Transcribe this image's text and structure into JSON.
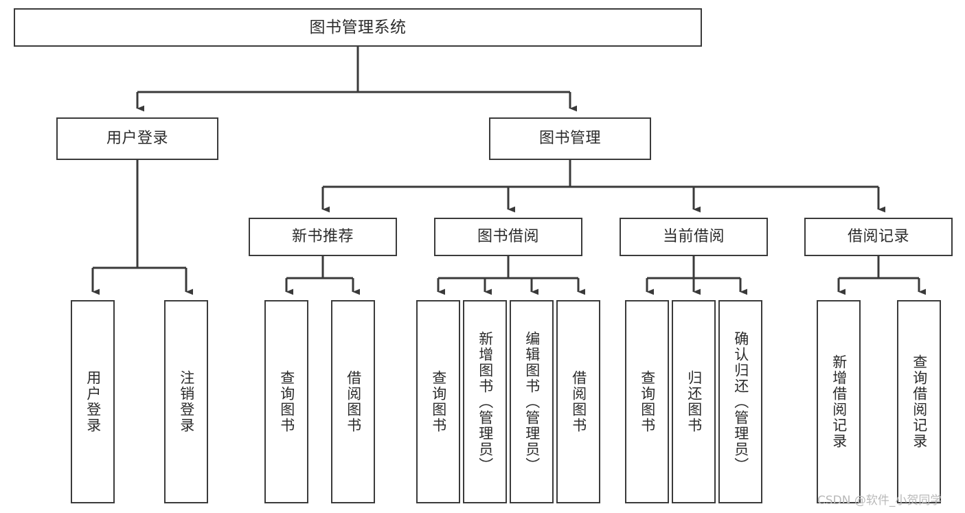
{
  "diagram": {
    "type": "hierarchy-tree",
    "title": "图书管理系统",
    "watermark": "CSDN @软件_小贺同学",
    "colors": {
      "stroke": "#3a3a3a",
      "fill": "#ffffff",
      "text": "#2b2b2b",
      "watermark": "#b9b9b9"
    },
    "levels": {
      "root": "图书管理系统",
      "level2": [
        "用户登录",
        "图书管理"
      ],
      "level3": [
        "新书推荐",
        "图书借阅",
        "当前借阅",
        "借阅记录"
      ]
    },
    "nodes": {
      "root": {
        "label": "图书管理系统"
      },
      "user_login": {
        "label": "用户登录"
      },
      "book_manage": {
        "label": "图书管理"
      },
      "new_book_rec": {
        "label": "新书推荐"
      },
      "book_borrow": {
        "label": "图书借阅"
      },
      "current_borrow": {
        "label": "当前借阅"
      },
      "borrow_record": {
        "label": "借阅记录"
      },
      "leaf_user_login": {
        "label": "用户登录"
      },
      "leaf_user_logout": {
        "label": "注销登录"
      },
      "leaf_rec_query": {
        "label": "查询图书"
      },
      "leaf_rec_borrow": {
        "label": "借阅图书"
      },
      "leaf_borrow_query": {
        "label": "查询图书"
      },
      "leaf_borrow_add": {
        "label": "新增图书（管理员）"
      },
      "leaf_borrow_edit": {
        "label": "编辑图书（管理员）"
      },
      "leaf_borrow_take": {
        "label": "借阅图书"
      },
      "leaf_cur_query": {
        "label": "查询图书"
      },
      "leaf_cur_return": {
        "label": "归还图书"
      },
      "leaf_cur_confirm": {
        "label": "确认归还（管理员）"
      },
      "leaf_rec_add": {
        "label": "新增借阅记录"
      },
      "leaf_rec_search": {
        "label": "查询借阅记录"
      }
    },
    "edges": [
      {
        "from": "root",
        "to": "用户登录"
      },
      {
        "from": "root",
        "to": "图书管理"
      },
      {
        "from": "用户登录",
        "to": "用户登录(叶)"
      },
      {
        "from": "用户登录",
        "to": "注销登录"
      },
      {
        "from": "图书管理",
        "to": "新书推荐"
      },
      {
        "from": "图书管理",
        "to": "图书借阅"
      },
      {
        "from": "图书管理",
        "to": "当前借阅"
      },
      {
        "from": "图书管理",
        "to": "借阅记录"
      },
      {
        "from": "新书推荐",
        "to": "查询图书"
      },
      {
        "from": "新书推荐",
        "to": "借阅图书"
      },
      {
        "from": "图书借阅",
        "to": "查询图书"
      },
      {
        "from": "图书借阅",
        "to": "新增图书（管理员）"
      },
      {
        "from": "图书借阅",
        "to": "编辑图书（管理员）"
      },
      {
        "from": "图书借阅",
        "to": "借阅图书"
      },
      {
        "from": "当前借阅",
        "to": "查询图书"
      },
      {
        "from": "当前借阅",
        "to": "归还图书"
      },
      {
        "from": "当前借阅",
        "to": "确认归还（管理员）"
      },
      {
        "from": "借阅记录",
        "to": "新增借阅记录"
      },
      {
        "from": "借阅记录",
        "to": "查询借阅记录"
      }
    ]
  }
}
